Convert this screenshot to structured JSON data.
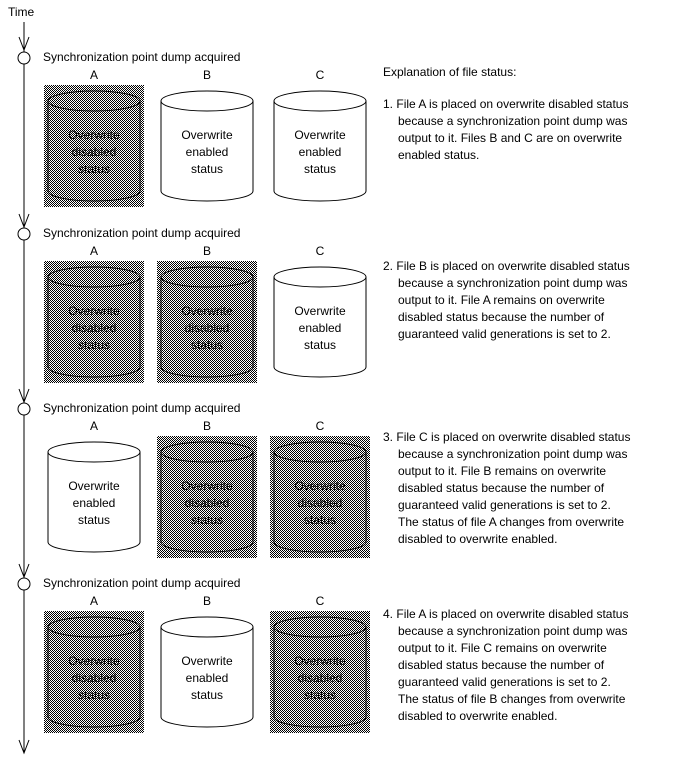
{
  "time_label": "Time",
  "explanation_title": "Explanation of file status:",
  "status_text": {
    "disabled": "Overwrite\ndisabled\nstatus",
    "enabled": "Overwrite\nenabled\nstatus"
  },
  "stages": [
    {
      "event": "Synchronization point dump acquired",
      "files": [
        {
          "name": "A",
          "status": "disabled"
        },
        {
          "name": "B",
          "status": "enabled"
        },
        {
          "name": "C",
          "status": "enabled"
        }
      ],
      "number": "1.",
      "explanation": "File A is placed on overwrite disabled status\nbecause a synchronization point dump was\noutput to it.  Files B and C are on overwrite\nenabled status."
    },
    {
      "event": "Synchronization point dump acquired",
      "files": [
        {
          "name": "A",
          "status": "disabled"
        },
        {
          "name": "B",
          "status": "disabled"
        },
        {
          "name": "C",
          "status": "enabled"
        }
      ],
      "number": "2.",
      "explanation": "File B is placed on overwrite disabled status\nbecause a synchronization point dump was\noutput to it.  File A remains on overwrite\ndisabled status because the number of\nguaranteed valid generations is set to 2."
    },
    {
      "event": "Synchronization point dump acquired",
      "files": [
        {
          "name": "A",
          "status": "enabled"
        },
        {
          "name": "B",
          "status": "disabled"
        },
        {
          "name": "C",
          "status": "disabled"
        }
      ],
      "number": "3.",
      "explanation": "File C is placed on overwrite disabled status\nbecause a synchronization point dump was\noutput to it.  File B remains on overwrite\ndisabled status because the number of\nguaranteed valid generations is set to 2.\nThe status of file A changes from overwrite\ndisabled to overwrite enabled."
    },
    {
      "event": "Synchronization point dump acquired",
      "files": [
        {
          "name": "A",
          "status": "disabled"
        },
        {
          "name": "B",
          "status": "enabled"
        },
        {
          "name": "C",
          "status": "disabled"
        }
      ],
      "number": "4.",
      "explanation": "File A is placed on overwrite disabled status\nbecause a synchronization point dump was\noutput to it.  File C remains on overwrite\ndisabled status because the number of\nguaranteed valid generations is set to 2.\nThe status of file B changes from overwrite\ndisabled to overwrite enabled."
    }
  ]
}
